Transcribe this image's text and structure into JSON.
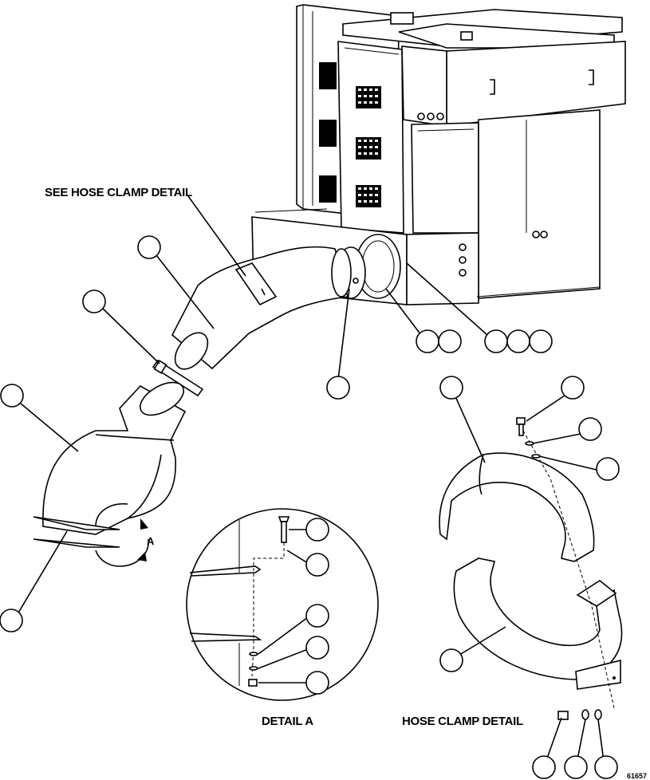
{
  "labels": {
    "see_hose_clamp_detail": "SEE HOSE CLAMP DETAIL",
    "detail_a": "DETAIL A",
    "hose_clamp_detail": "HOSE CLAMP DETAIL",
    "detail_marker": "A",
    "figure_number": "61657"
  }
}
